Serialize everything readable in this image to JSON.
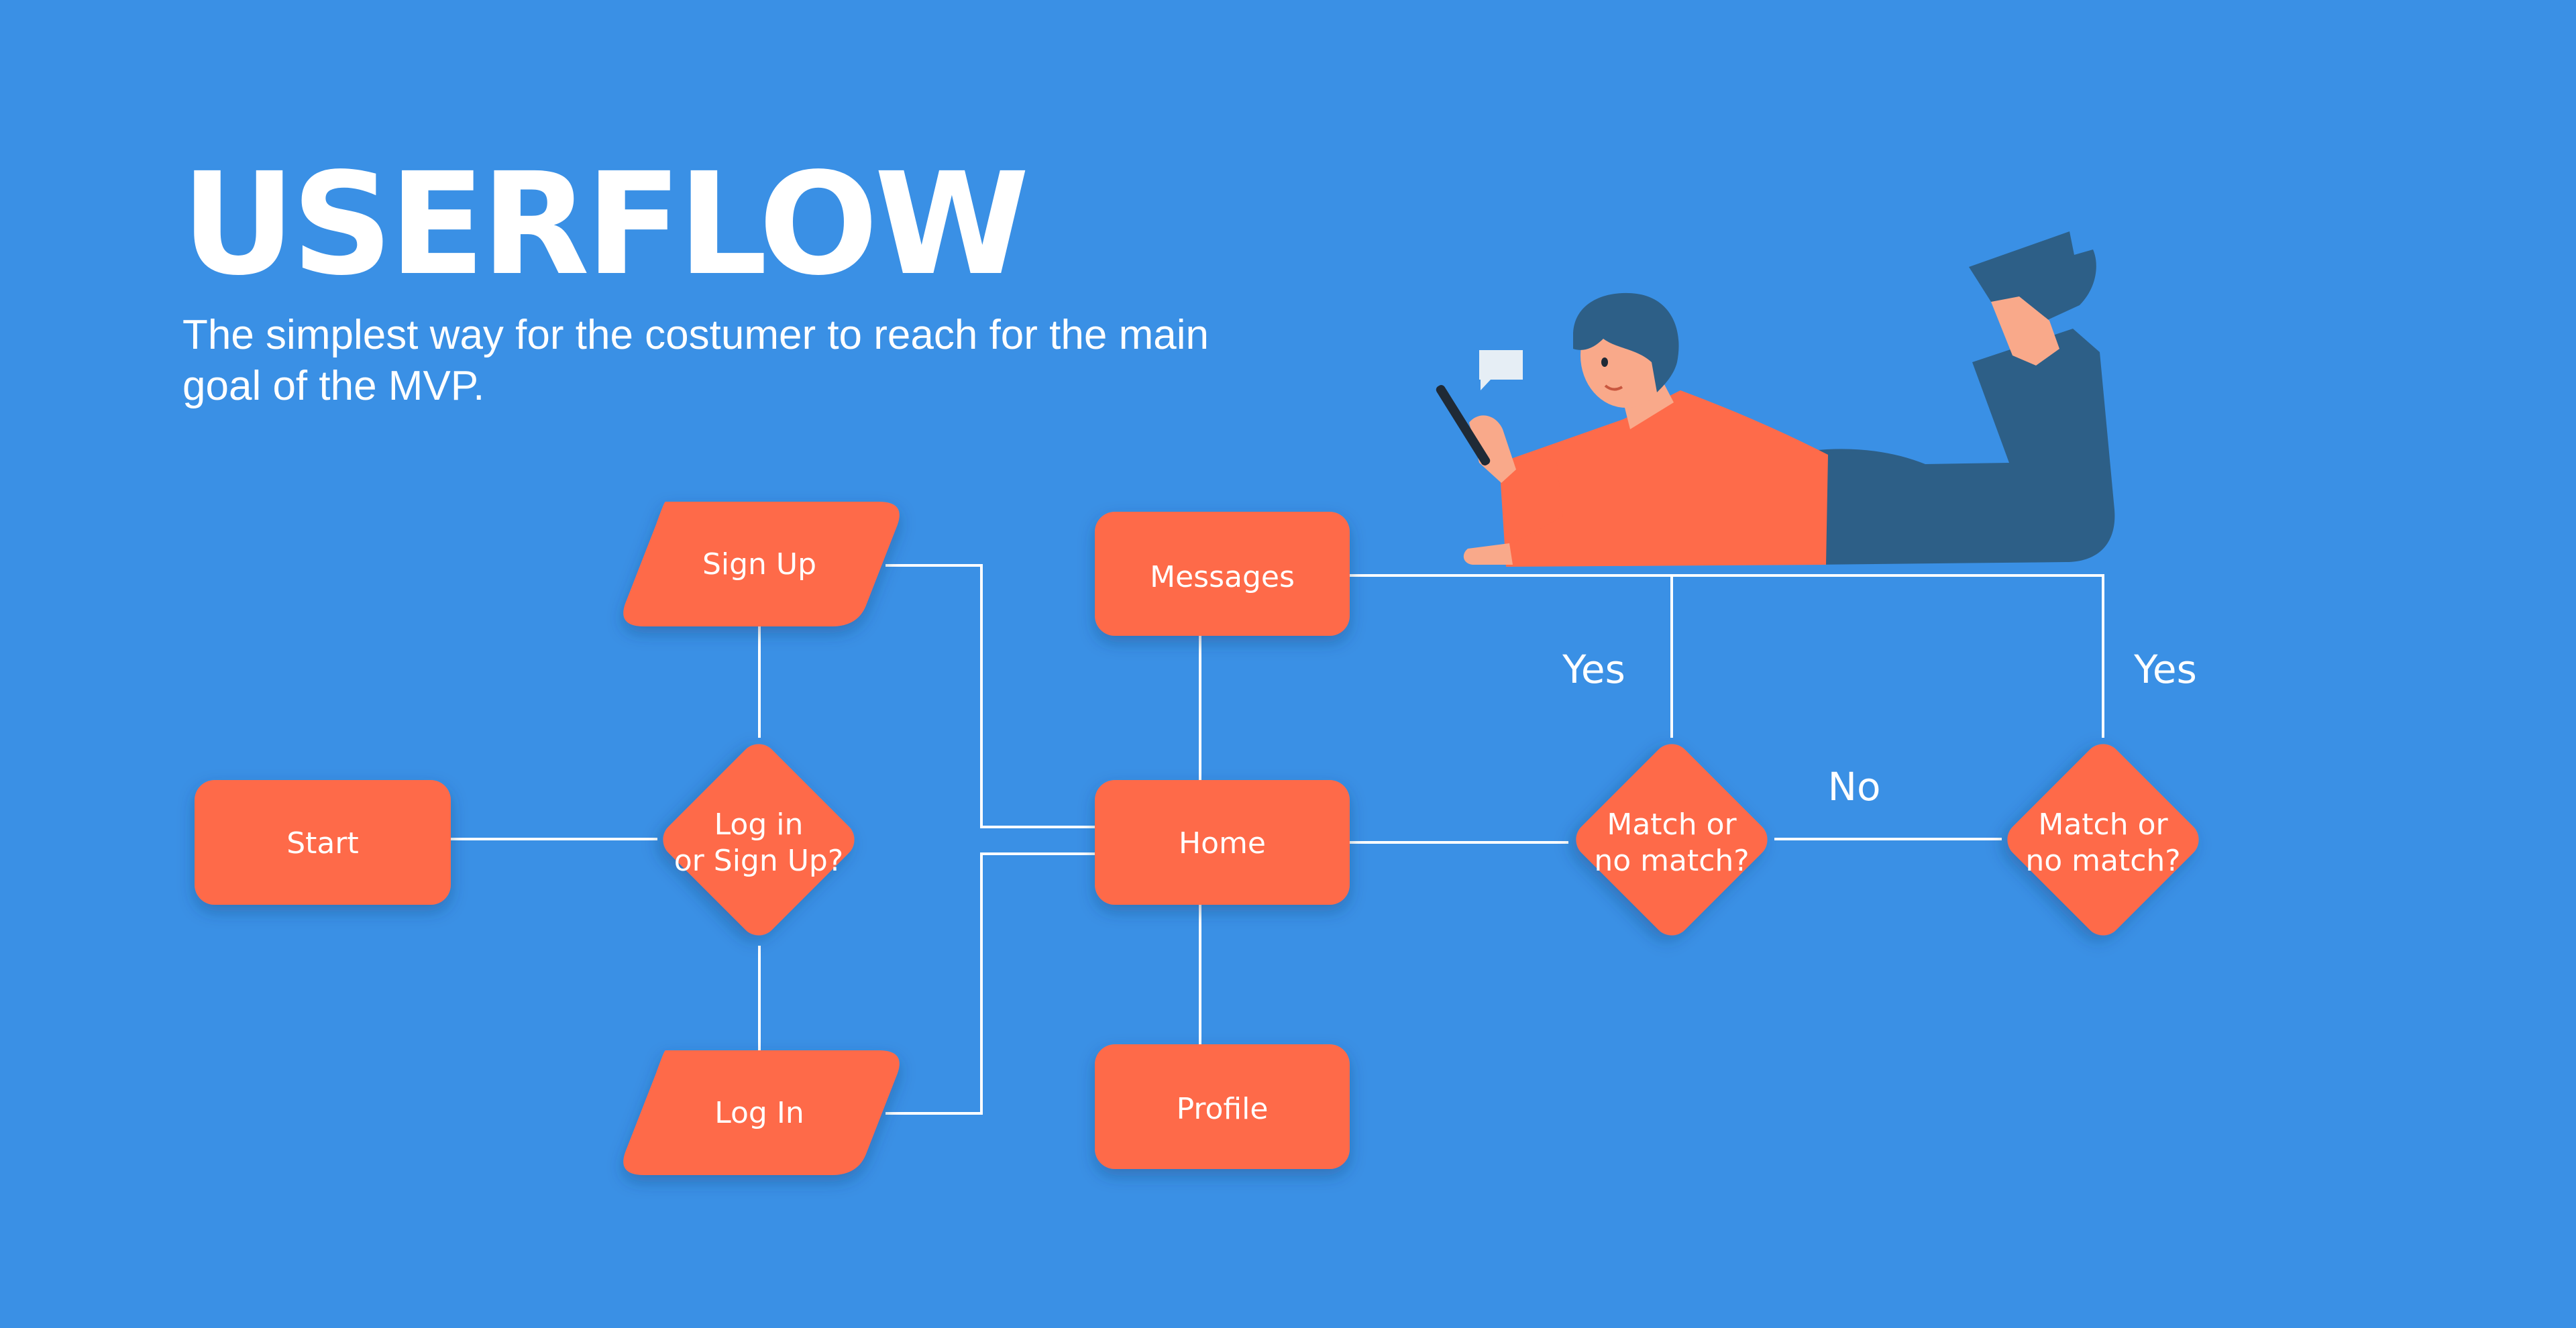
{
  "header": {
    "title": "USERFLOW",
    "subtitle": "The simplest way for the costumer to reach for the main goal of the MVP."
  },
  "nodes": {
    "start": "Start",
    "decision_login": [
      "Log in",
      "or Sign Up?"
    ],
    "sign_up": "Sign Up",
    "log_in": "Log In",
    "home": "Home",
    "messages": "Messages",
    "profile": "Profile",
    "match_1": [
      "Match or",
      "no match?"
    ],
    "match_2": [
      "Match or",
      "no match?"
    ]
  },
  "edge_labels": {
    "yes_1": "Yes",
    "yes_2": "Yes",
    "no": "No"
  },
  "colors": {
    "background": "#3a90e5",
    "node_fill": "#fe6b4a",
    "connector": "#ffffff",
    "illustration_pants": "#2d5f87",
    "illustration_skin": "#f9a98a"
  },
  "illustration": {
    "icon": "person-lying-with-phone-illustration"
  }
}
